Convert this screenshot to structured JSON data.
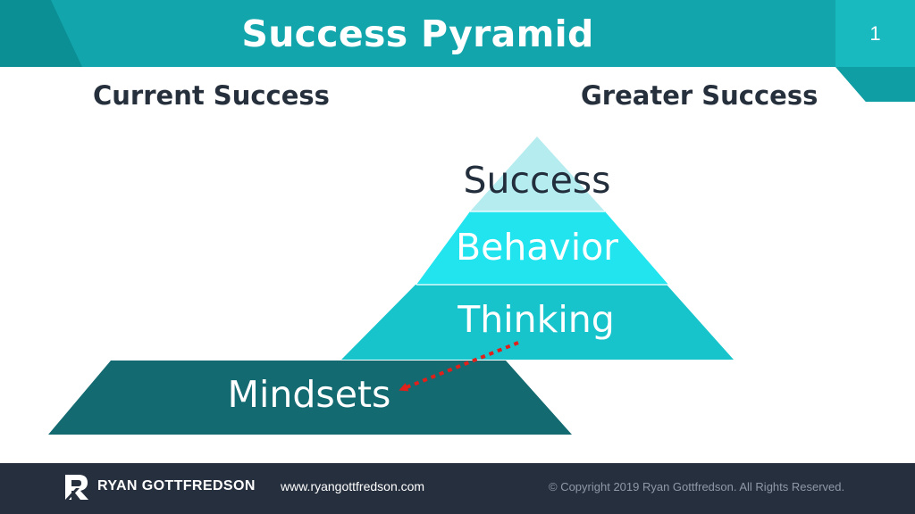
{
  "header": {
    "title": "Success Pyramid",
    "page_number": "1"
  },
  "columns": {
    "left_heading": "Current Success",
    "right_heading": "Greater Success"
  },
  "pyramid": {
    "levels": [
      "Success",
      "Behavior",
      "Thinking",
      "Mindsets"
    ]
  },
  "arrow": {
    "from": "Thinking",
    "to": "Mindsets",
    "style": "dotted",
    "color": "#e0201b"
  },
  "footer": {
    "brand": "RYAN GOTTFREDSON",
    "website": "www.ryangottfredson.com",
    "copyright": "© Copyright 2019  Ryan Gottfredson. All Rights Reserved."
  },
  "colors": {
    "header_teal": "#12a6ac",
    "success_tier": "#b4ecf0",
    "behavior_tier": "#21e4ef",
    "thinking_tier": "#17c4cc",
    "mindsets_base": "#136a71",
    "footer_bg": "#262f3e"
  },
  "icons": {
    "logo": "rg-logo-icon"
  }
}
